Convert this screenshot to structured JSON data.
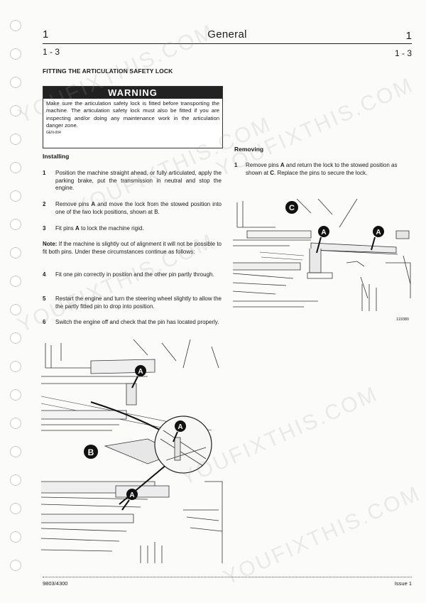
{
  "header": {
    "section_num_left": "1",
    "section_name": "General",
    "section_num_right": "1",
    "page_left": "1 - 3",
    "page_right": "1 - 3"
  },
  "title": "FITTING THE ARTICULATION SAFETY LOCK",
  "warning": {
    "heading": "WARNING",
    "text": "Make sure the articulation safety lock is fitted before transporting the machine. The articulation safety lock must also be fitted if you are inspecting and/or doing any maintenance work in the articulation danger zone.",
    "code": "GEN-004"
  },
  "installing": {
    "heading": "Installing",
    "steps": [
      {
        "num": "1",
        "text": "Position the machine straight ahead, or fully articulated, apply the parking brake, put the transmission in neutral and stop the engine."
      },
      {
        "num": "2",
        "text_before": "Remove pins ",
        "bold": "A",
        "text_after": " and move the lock from the stowed position into one of the two lock positions, shown at B."
      },
      {
        "num": "3",
        "text_before": "Fit pins ",
        "bold": "A",
        "text_after": " to lock the machine rigid."
      },
      {
        "num": "4",
        "text": "Fit one pin correctly in position and the other pin partly through."
      },
      {
        "num": "5",
        "text": "Restart the engine and turn the steering wheel slightly to allow the the partly fitted pin to drop into position."
      },
      {
        "num": "6",
        "text": "Switch the engine off and check that the pin has located properly."
      }
    ],
    "note_label": "Note:",
    "note_text": " If the machine is slightly out of alignment it will not be possible to fit both pins. Under these circumstances continue as follows:"
  },
  "removing": {
    "heading": "Removing",
    "steps": [
      {
        "num": "1",
        "p1": "Remove pins ",
        "b1": "A",
        "p2": " and return the lock to the stowed position as shown at ",
        "b2": "C",
        "p3": ". Replace the pins to secure the lock."
      }
    ]
  },
  "figure_top": {
    "callouts": [
      "C",
      "A",
      "A"
    ],
    "code": "119380"
  },
  "figure_bottom": {
    "callouts": [
      "A",
      "A",
      "B",
      "A"
    ]
  },
  "watermark": "YOUFIXTHIS.COM",
  "footer": {
    "left": "9803/4300",
    "right": "Issue 1"
  }
}
